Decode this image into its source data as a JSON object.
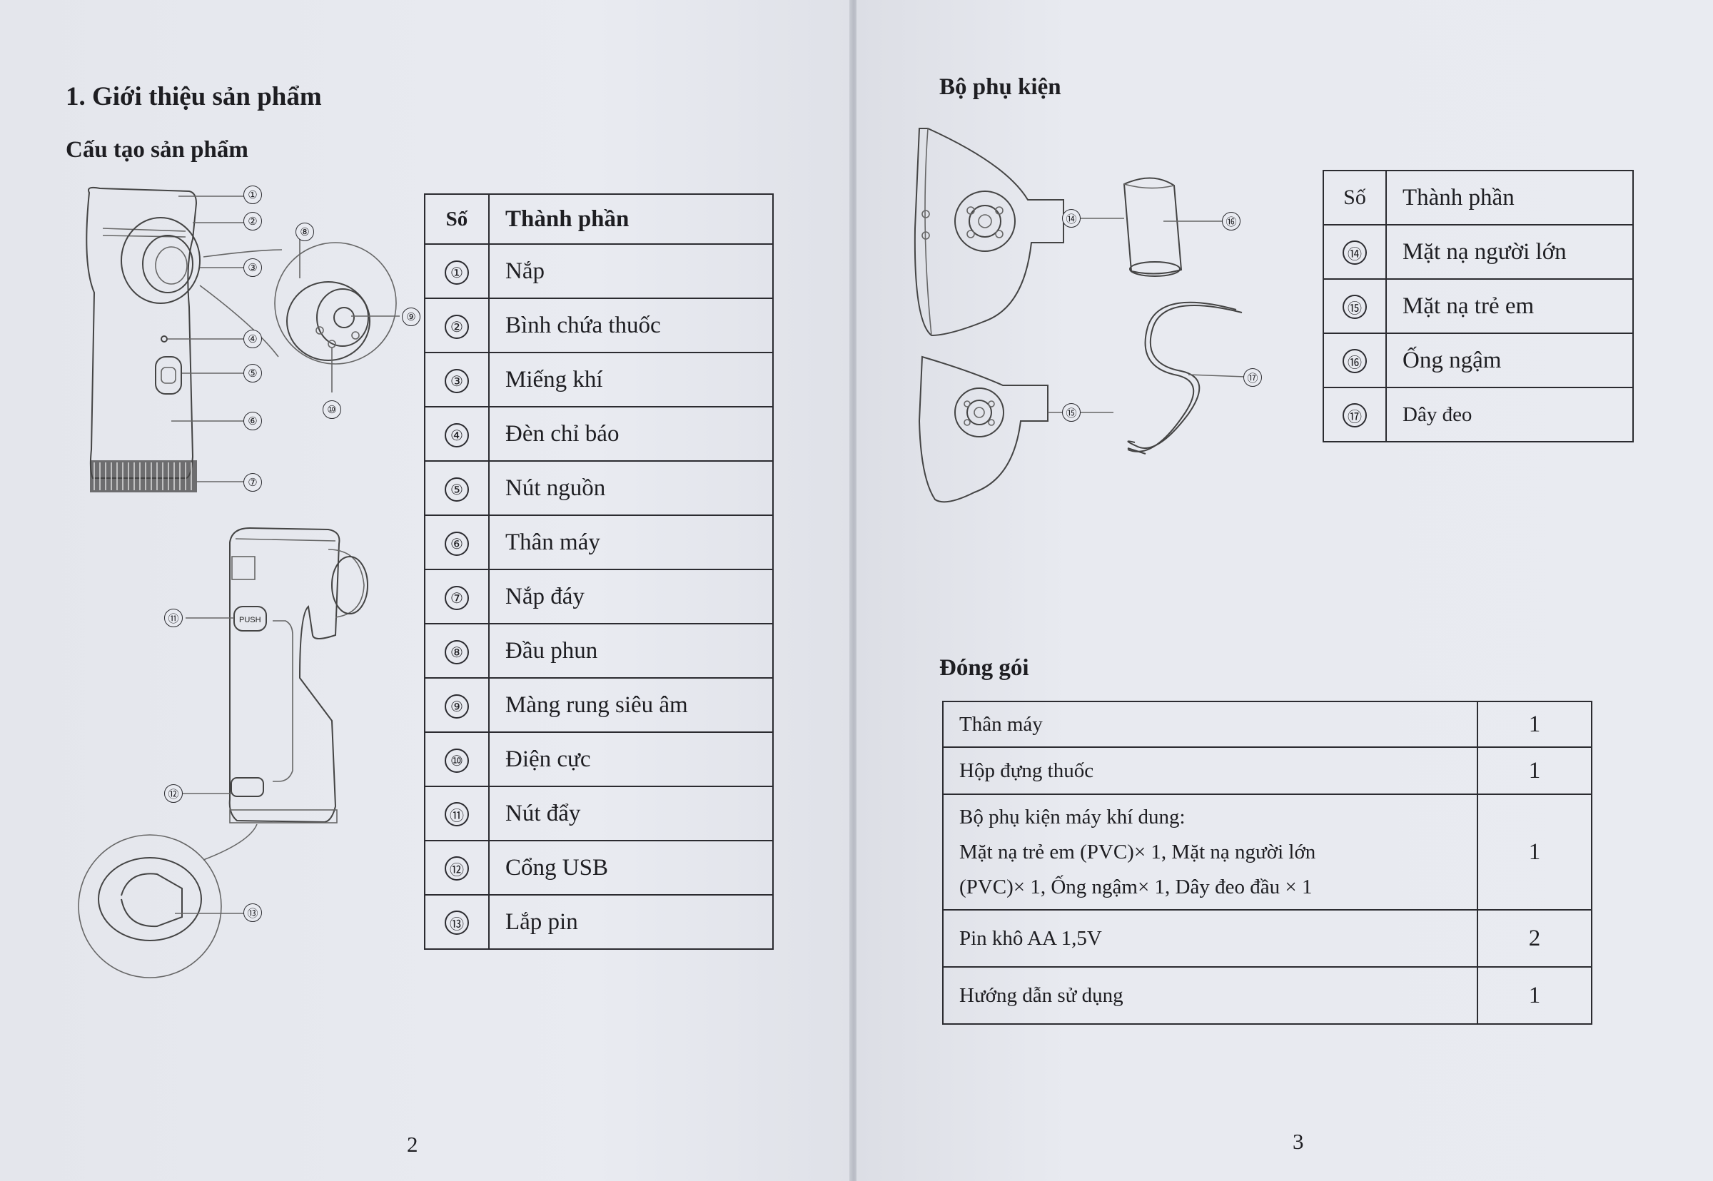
{
  "left_page": {
    "section_title": "1. Giới thiệu sản phẩm",
    "subtitle": "Cấu tạo sản phẩm",
    "page_number": "2",
    "diagram_labels": [
      "①",
      "②",
      "③",
      "④",
      "⑤",
      "⑥",
      "⑦",
      "⑧",
      "⑨",
      "⑩",
      "⑪",
      "⑫",
      "⑬"
    ],
    "push_text": "PUSH",
    "table": {
      "headers": [
        "Số",
        "Thành phần"
      ],
      "rows": [
        {
          "num": "①",
          "name": "Nắp"
        },
        {
          "num": "②",
          "name": "Bình chứa thuốc"
        },
        {
          "num": "③",
          "name": "Miếng khí"
        },
        {
          "num": "④",
          "name": "Đèn chỉ báo"
        },
        {
          "num": "⑤",
          "name": "Nút nguồn"
        },
        {
          "num": "⑥",
          "name": "Thân máy"
        },
        {
          "num": "⑦",
          "name": "Nắp đáy"
        },
        {
          "num": "⑧",
          "name": "Đầu phun"
        },
        {
          "num": "⑨",
          "name": "Màng rung siêu âm"
        },
        {
          "num": "⑩",
          "name": "Điện cực"
        },
        {
          "num": "⑪",
          "name": "Nút đẩy"
        },
        {
          "num": "⑫",
          "name": "Cổng USB"
        },
        {
          "num": "⑬",
          "name": "Lắp pin"
        }
      ]
    }
  },
  "right_page": {
    "accessories_title": "Bộ phụ kiện",
    "packaging_title": "Đóng gói",
    "page_number": "3",
    "diagram_labels": [
      "⑭",
      "⑮",
      "⑯",
      "⑰"
    ],
    "accessory_table": {
      "headers": [
        "Số",
        "Thành phần"
      ],
      "rows": [
        {
          "num": "⑭",
          "name": "Mặt nạ người lớn"
        },
        {
          "num": "⑮",
          "name": "Mặt nạ trẻ em"
        },
        {
          "num": "⑯",
          "name": "Ống ngậm"
        },
        {
          "num": "⑰",
          "name": "Dây đeo"
        }
      ]
    },
    "packaging_table": {
      "rows": [
        {
          "item": "Thân máy",
          "qty": "1"
        },
        {
          "item": "Hộp đựng thuốc",
          "qty": "1"
        },
        {
          "item_lines": [
            "Bộ phụ kiện máy khí dung:",
            "Mặt nạ trẻ em (PVC)× 1, Mặt nạ người lớn",
            "(PVC)× 1, Ống ngậm× 1, Dây đeo đầu × 1"
          ],
          "qty": "1"
        },
        {
          "item": "Pin khô AA 1,5V",
          "qty": "2"
        },
        {
          "item": "Hướng dẫn sử dụng",
          "qty": "1"
        }
      ]
    }
  }
}
